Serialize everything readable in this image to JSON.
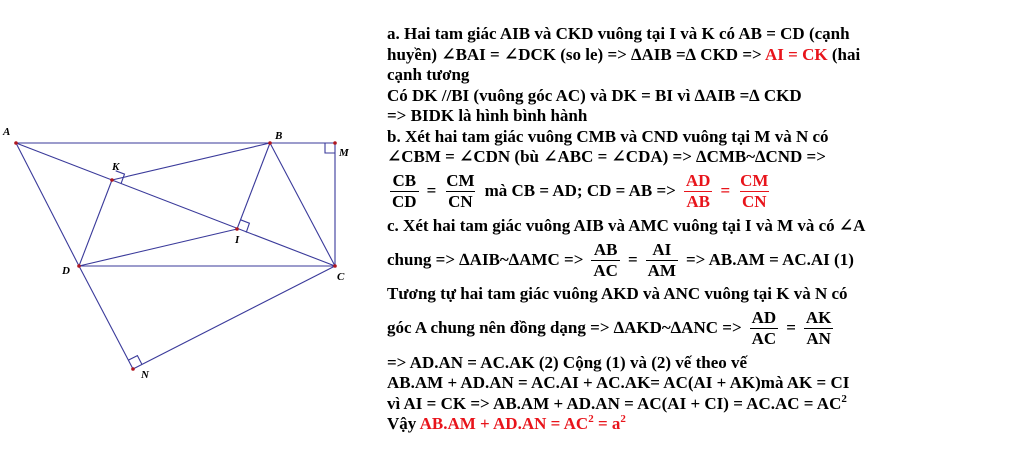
{
  "points": {
    "A": "A",
    "B": "B",
    "C": "C",
    "D": "D",
    "K": "K",
    "I": "I",
    "M": "M",
    "N": "N"
  },
  "solution": {
    "a1": "a. Hai tam giác AIB và CKD vuông tại I và K có AB = CD (cạnh",
    "a2_pre": "huyền) ∠BAI = ∠DCK (so le) => ∆AIB =∆ CKD => ",
    "a2_red": "AI = CK",
    "a2_post": " (hai",
    "a3": "cạnh tương",
    "a4": "Có DK //BI (vuông góc AC) và DK = BI vì ∆AIB =∆ CKD",
    "a5": "=> BIDK là hình bình hành",
    "b1": "b. Xét hai tam giác vuông CMB và CND vuông tại M và N có",
    "b2": "∠CBM = ∠CDN (bù ∠ABC = ∠CDA) => ∆CMB~∆CND =>",
    "b3": {
      "f1_num": "CB",
      "f1_den": "CD",
      "eq1": "=",
      "f2_num": "CM",
      "f2_den": "CN",
      "mid": "mà CB = AD; CD = AB =>",
      "f3_num": "AD",
      "f3_den": "AB",
      "eq2": "=",
      "f4_num": "CM",
      "f4_den": "CN"
    },
    "c1": "c. Xét hai tam giác vuông AIB và AMC vuông tại I và M và có ∠A",
    "c2": {
      "pre": "chung => ∆AIB~∆AMC =>",
      "f1_num": "AB",
      "f1_den": "AC",
      "eq": "=",
      "f2_num": "AI",
      "f2_den": "AM",
      "post": "=> AB.AM = AC.AI (1)"
    },
    "c3": "Tương tự hai tam giác vuông AKD và ANC vuông tại K và N có",
    "c4": {
      "pre": "góc A  chung nên đồng dạng => ∆AKD~∆ANC =>",
      "f1_num": "AD",
      "f1_den": "AC",
      "eq": "=",
      "f2_num": "AK",
      "f2_den": "AN"
    },
    "c5": "=> AD.AN = AC.AK (2) Cộng (1) và (2) vế theo vế",
    "c6": "AB.AM + AD.AN = AC.AI + AC.AK= AC(AI + AK)mà AK = CI",
    "c7_pre": "vì AI = CK => AB.AM + AD.AN = AC(AI + CI) = AC.AC =  AC",
    "c7_sup": "2",
    "c8_pre": "Vậy ",
    "c8_red1": "AB.AM + AD.AN = AC",
    "c8_sup1": "2",
    "c8_red2": " = a",
    "c8_sup2": "2"
  },
  "colors": {
    "line": "#3a3a9a",
    "point": "#b0171f",
    "highlight": "#e8141b"
  }
}
